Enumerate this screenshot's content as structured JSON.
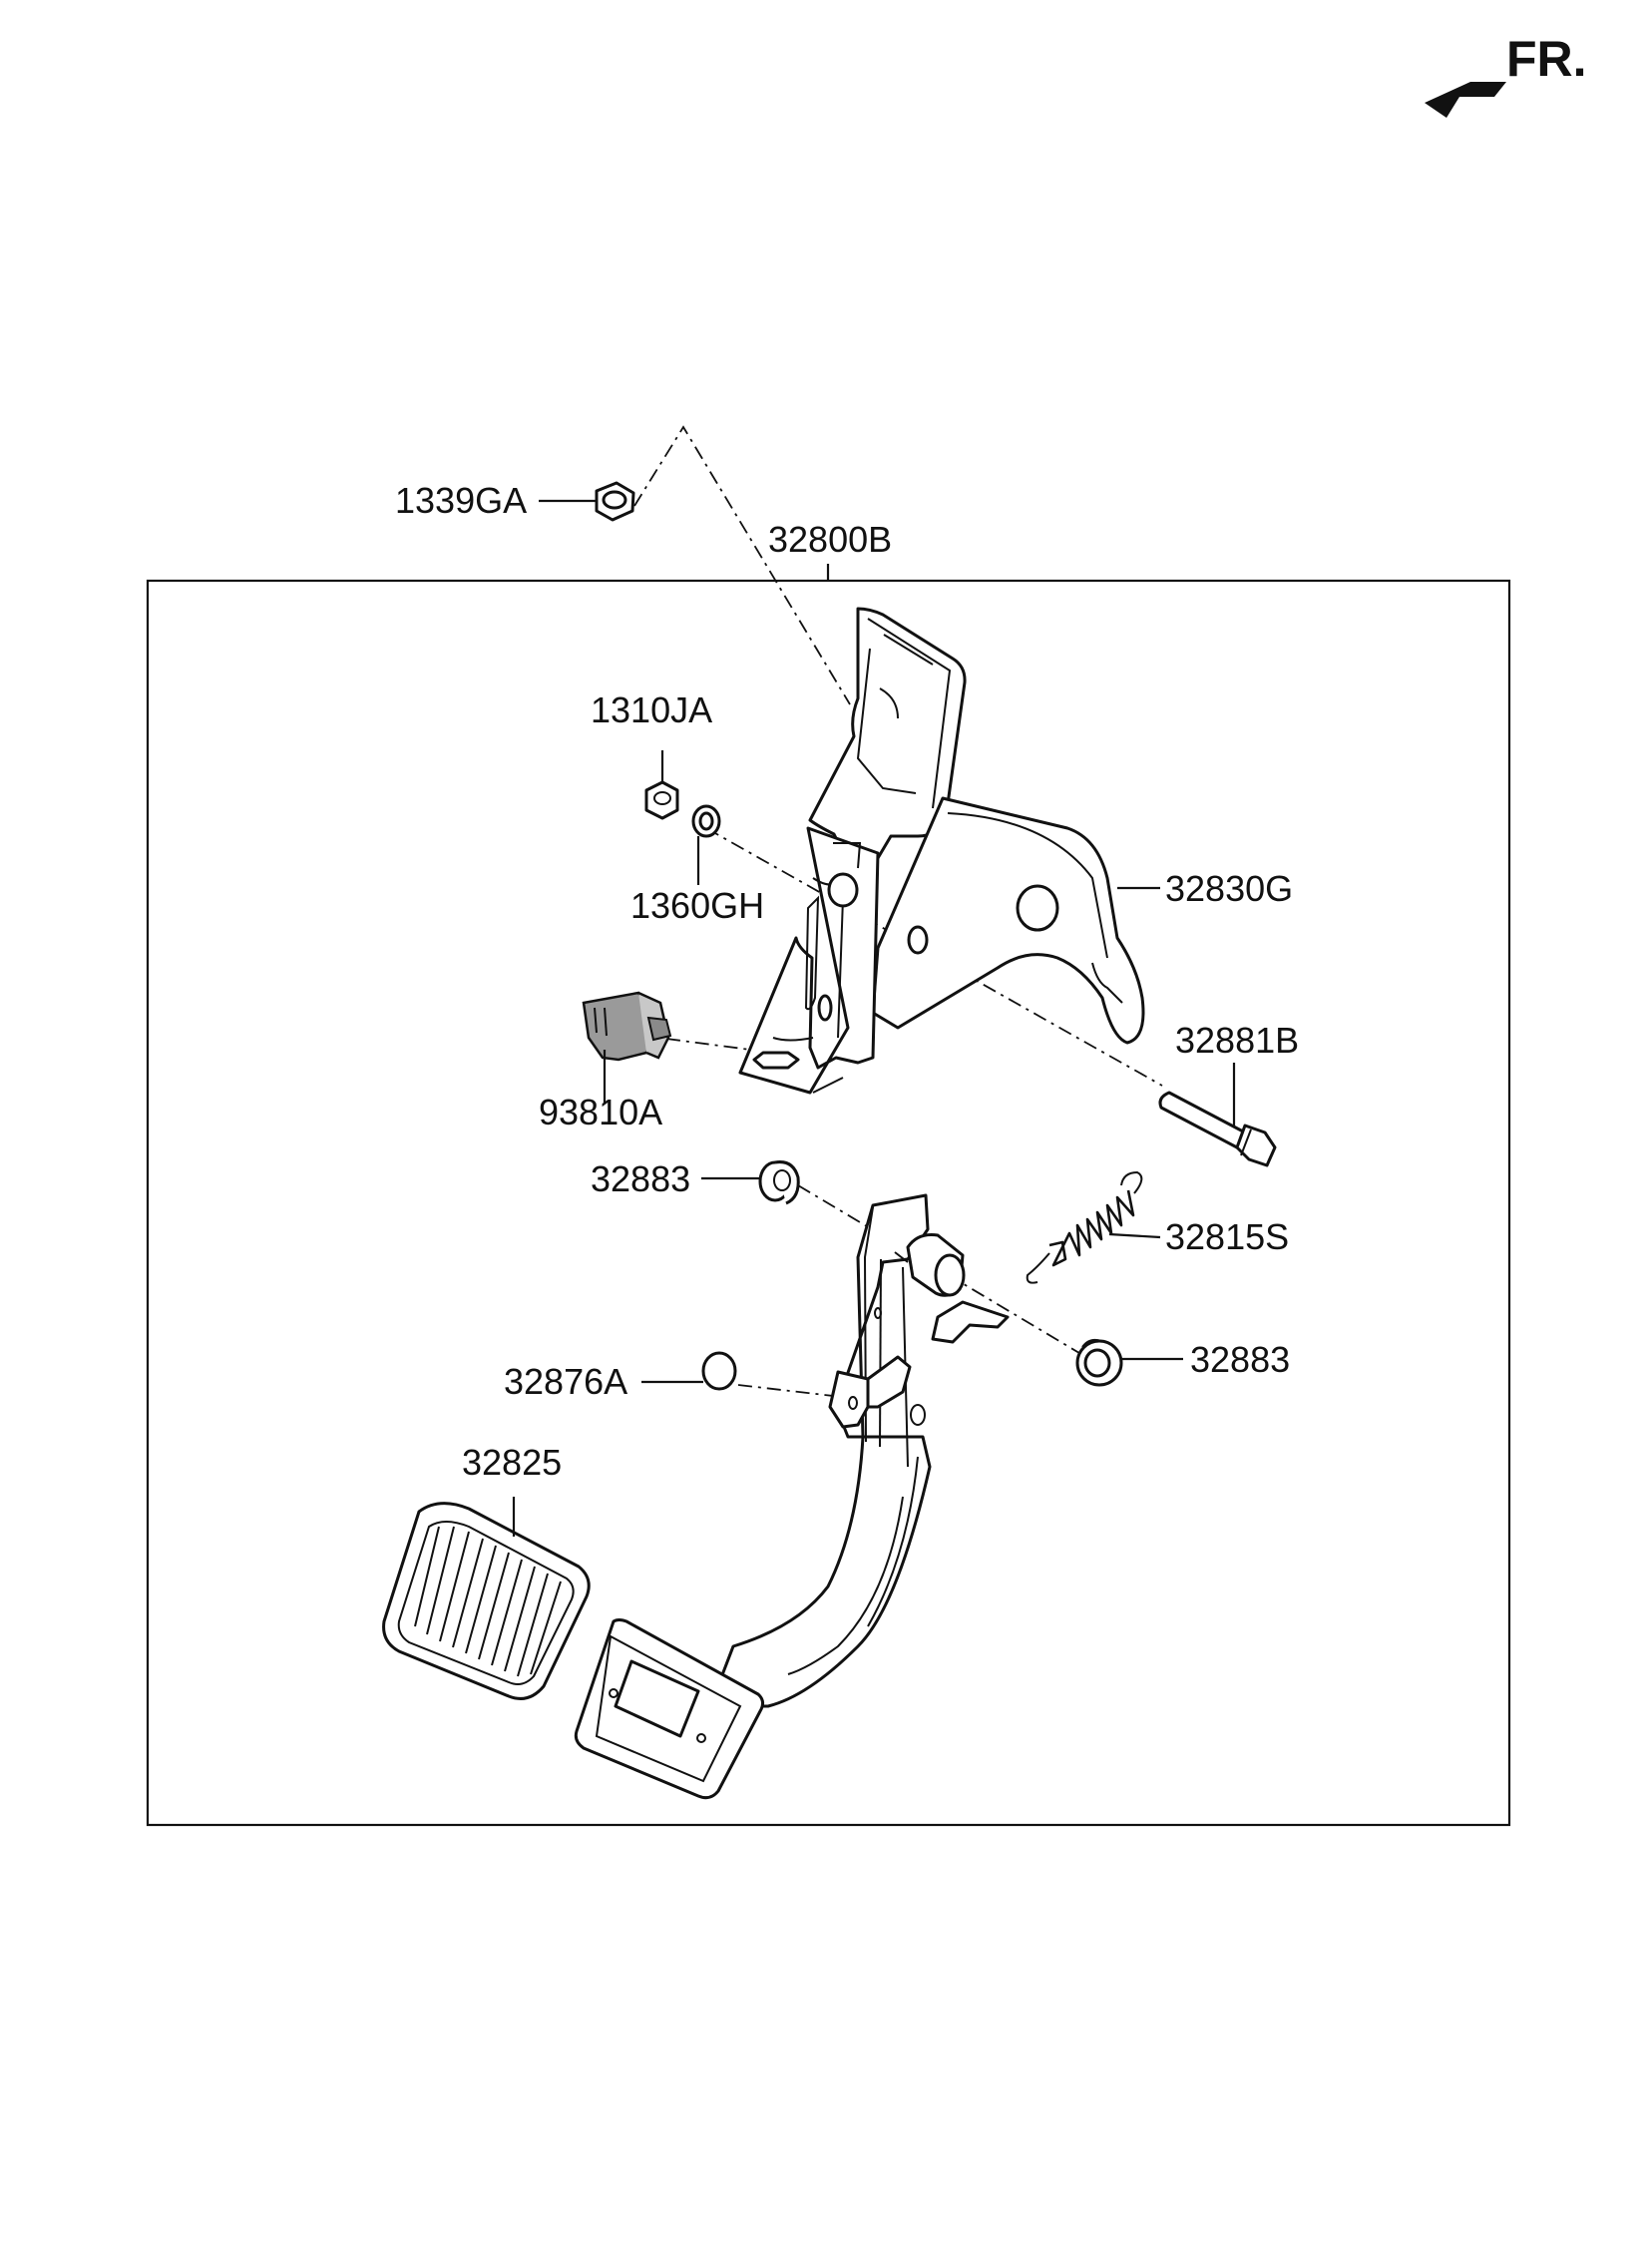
{
  "orientation": {
    "label": "FR."
  },
  "labels": {
    "p1339GA": "1339GA",
    "p32800B": "32800B",
    "p1310JA": "1310JA",
    "p1360GH": "1360GH",
    "p32830G": "32830G",
    "p93810A": "93810A",
    "p32881B": "32881B",
    "p32883a": "32883",
    "p32815S": "32815S",
    "p32883b": "32883",
    "p32876A": "32876A",
    "p32825": "32825"
  }
}
